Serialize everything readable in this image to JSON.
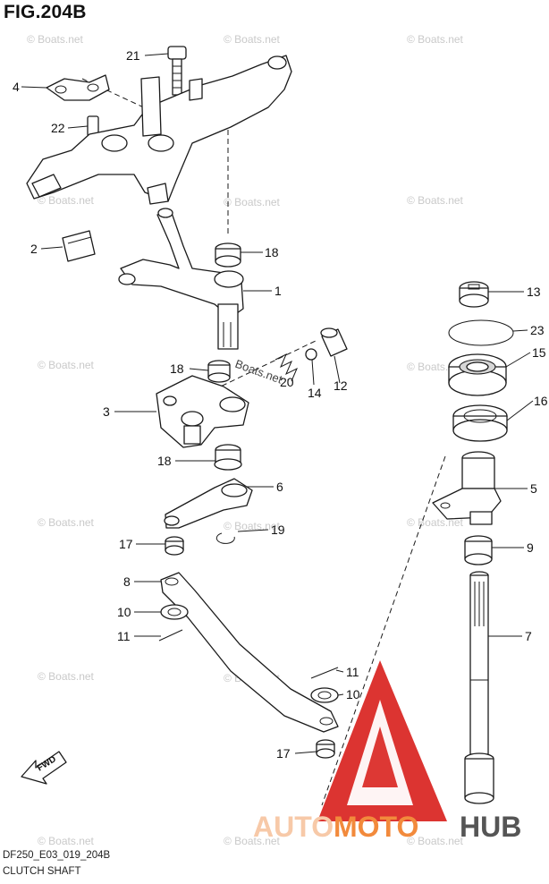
{
  "figure": {
    "title": "FIG.204B",
    "code": "DF250_E03_019_204B",
    "caption": "CLUTCH SHAFT"
  },
  "callouts": [
    {
      "id": "21",
      "label": "21"
    },
    {
      "id": "4",
      "label": "4"
    },
    {
      "id": "22",
      "label": "22"
    },
    {
      "id": "2",
      "label": "2"
    },
    {
      "id": "18a",
      "label": "18"
    },
    {
      "id": "1",
      "label": "1"
    },
    {
      "id": "18b",
      "label": "18"
    },
    {
      "id": "14",
      "label": "14"
    },
    {
      "id": "12",
      "label": "12"
    },
    {
      "id": "20",
      "label": "20"
    },
    {
      "id": "3",
      "label": "3"
    },
    {
      "id": "18c",
      "label": "18"
    },
    {
      "id": "6",
      "label": "6"
    },
    {
      "id": "19",
      "label": "19"
    },
    {
      "id": "17a",
      "label": "17"
    },
    {
      "id": "8",
      "label": "8"
    },
    {
      "id": "10a",
      "label": "10"
    },
    {
      "id": "11a",
      "label": "11"
    },
    {
      "id": "11b",
      "label": "11"
    },
    {
      "id": "10b",
      "label": "10"
    },
    {
      "id": "17b",
      "label": "17"
    },
    {
      "id": "13",
      "label": "13"
    },
    {
      "id": "23",
      "label": "23"
    },
    {
      "id": "15",
      "label": "15"
    },
    {
      "id": "16",
      "label": "16"
    },
    {
      "id": "5",
      "label": "5"
    },
    {
      "id": "9",
      "label": "9"
    },
    {
      "id": "7",
      "label": "7"
    }
  ],
  "fwd_label": "FWD",
  "watermark": "© Boats.net",
  "watermark_inline": "Boats.net",
  "logo": {
    "part1": "AUTO",
    "part2": "MOTO",
    "part3": "HUB",
    "color_light": "#f7c9a8",
    "color_orange": "#f28a3c",
    "color_red": "#d9231f",
    "color_dark": "#555555"
  }
}
